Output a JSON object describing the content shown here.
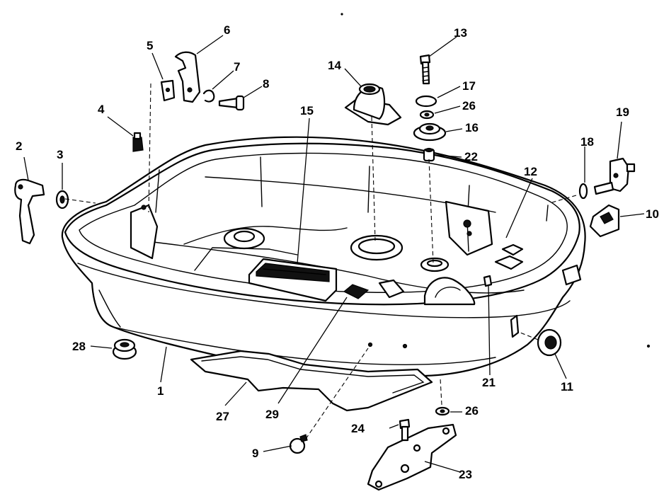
{
  "diagram": {
    "callouts": {
      "p1": "1",
      "p2": "2",
      "p3": "3",
      "p4": "4",
      "p5": "5",
      "p6": "6",
      "p7": "7",
      "p8": "8",
      "p9": "9",
      "p10": "10",
      "p11": "11",
      "p12": "12",
      "p13": "13",
      "p14": "14",
      "p15": "15",
      "p16": "16",
      "p17": "17",
      "p18": "18",
      "p19": "19",
      "p21": "21",
      "p22": "22",
      "p23": "23",
      "p24": "24",
      "p26a": "26",
      "p26b": "26",
      "p27": "27",
      "p28": "28",
      "p29": "29"
    }
  }
}
